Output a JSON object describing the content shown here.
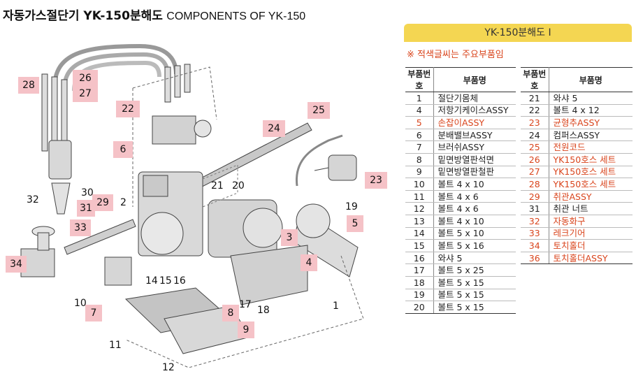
{
  "header": {
    "title_ko": "자동가스절단기 YK-150분해도",
    "title_en": "COMPONENTS OF YK-150"
  },
  "panel": {
    "heading": "YK-150분해도 I",
    "note": "※ 적색글씨는 주요부품임",
    "col_no": "부품번호",
    "col_name": "부품명",
    "red_color": "#d9441c",
    "highlight_color": "#f5c2c7",
    "heading_color": "#f4d652"
  },
  "parts_left": [
    {
      "no": "1",
      "name": "절단기몸체",
      "major": false
    },
    {
      "no": "4",
      "name": "저항기케이스ASSY",
      "major": false
    },
    {
      "no": "5",
      "name": "손잡이ASSY",
      "major": true
    },
    {
      "no": "6",
      "name": "분배밸브ASSY",
      "major": false
    },
    {
      "no": "7",
      "name": "브러쉬ASSY",
      "major": false
    },
    {
      "no": "8",
      "name": "밑면방열판석면",
      "major": false
    },
    {
      "no": "9",
      "name": "밑면방열판철판",
      "major": false
    },
    {
      "no": "10",
      "name": "볼트 4 x 10",
      "major": false
    },
    {
      "no": "11",
      "name": "볼트 4 x 6",
      "major": false
    },
    {
      "no": "12",
      "name": "볼트 4 x 6",
      "major": false
    },
    {
      "no": "13",
      "name": "볼트 4 x 10",
      "major": false
    },
    {
      "no": "14",
      "name": "볼트 5 x 10",
      "major": false
    },
    {
      "no": "15",
      "name": "볼트 5 x 16",
      "major": false
    },
    {
      "no": "16",
      "name": "와샤 5",
      "major": false
    },
    {
      "no": "17",
      "name": "볼트 5 x 25",
      "major": false
    },
    {
      "no": "18",
      "name": "볼트 5 x 15",
      "major": false
    },
    {
      "no": "19",
      "name": "볼트 5 x 15",
      "major": false
    },
    {
      "no": "20",
      "name": "볼트 5 x 15",
      "major": false
    }
  ],
  "parts_right": [
    {
      "no": "21",
      "name": "와샤 5",
      "major": false
    },
    {
      "no": "22",
      "name": "볼트 4 x 12",
      "major": false
    },
    {
      "no": "23",
      "name": "균형추ASSY",
      "major": true
    },
    {
      "no": "24",
      "name": "컴퍼스ASSY",
      "major": false
    },
    {
      "no": "25",
      "name": "전원코드",
      "major": true
    },
    {
      "no": "26",
      "name": "YK150호스 세트",
      "major": true
    },
    {
      "no": "27",
      "name": "YK150호스 세트",
      "major": true
    },
    {
      "no": "28",
      "name": "YK150호스 세트",
      "major": true
    },
    {
      "no": "29",
      "name": "취관ASSY",
      "major": true
    },
    {
      "no": "31",
      "name": "취관 너트",
      "major": false
    },
    {
      "no": "32",
      "name": "자동화구",
      "major": true
    },
    {
      "no": "33",
      "name": "레크기어",
      "major": true
    },
    {
      "no": "34",
      "name": "토치홀더",
      "major": true
    },
    {
      "no": "36",
      "name": "토치홀더ASSY",
      "major": true
    }
  ],
  "diagram": {
    "callouts": [
      {
        "id": "28",
        "text": "28"
      },
      {
        "id": "26",
        "text": "26"
      },
      {
        "id": "27",
        "text": "27"
      },
      {
        "id": "22",
        "text": "22"
      },
      {
        "id": "6",
        "text": "6"
      },
      {
        "id": "24",
        "text": "24"
      },
      {
        "id": "25",
        "text": "25"
      },
      {
        "id": "23",
        "text": "23"
      },
      {
        "id": "29",
        "text": "29"
      },
      {
        "id": "31",
        "text": "31"
      },
      {
        "id": "33",
        "text": "33"
      },
      {
        "id": "34",
        "text": "34"
      },
      {
        "id": "5",
        "text": "5"
      },
      {
        "id": "3",
        "text": "3"
      },
      {
        "id": "4",
        "text": "4"
      },
      {
        "id": "7",
        "text": "7"
      },
      {
        "id": "8",
        "text": "8"
      },
      {
        "id": "9",
        "text": "9"
      }
    ],
    "labels": [
      {
        "id": "30",
        "text": "30"
      },
      {
        "id": "32",
        "text": "32"
      },
      {
        "id": "2",
        "text": "2"
      },
      {
        "id": "21",
        "text": "21"
      },
      {
        "id": "20",
        "text": "20"
      },
      {
        "id": "19",
        "text": "19"
      },
      {
        "id": "14",
        "text": "14"
      },
      {
        "id": "15",
        "text": "15"
      },
      {
        "id": "16",
        "text": "16"
      },
      {
        "id": "10",
        "text": "10"
      },
      {
        "id": "17",
        "text": "17"
      },
      {
        "id": "18",
        "text": "18"
      },
      {
        "id": "1",
        "text": "1"
      },
      {
        "id": "11",
        "text": "11"
      },
      {
        "id": "12",
        "text": "12"
      }
    ]
  }
}
